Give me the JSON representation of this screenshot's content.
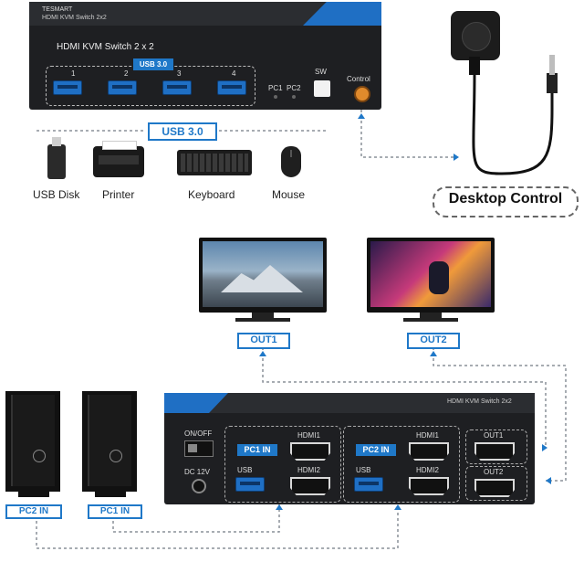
{
  "top_device": {
    "brand": "TESMART",
    "model_small": "HDMI KVM Switch 2x2",
    "title": "HDMI KVM Switch 2 x 2",
    "usb_label": "USB 3.0",
    "port_numbers": [
      "1",
      "2",
      "3",
      "4"
    ],
    "pc_labels": [
      "PC1",
      "PC2"
    ],
    "sw_label": "SW",
    "control_label": "Control"
  },
  "usb_banner": "USB 3.0",
  "peripherals": [
    {
      "name": "USB Disk",
      "icon": "usb-disk-icon"
    },
    {
      "name": "Printer",
      "icon": "printer-icon"
    },
    {
      "name": "Keyboard",
      "icon": "keyboard-icon"
    },
    {
      "name": "Mouse",
      "icon": "mouse-icon"
    }
  ],
  "desktop_control": "Desktop Control",
  "outputs": [
    "OUT1",
    "OUT2"
  ],
  "back_device": {
    "model_small": "HDMI KVM Switch 2x2",
    "on_off": "ON/OFF",
    "dc": "DC 12V",
    "pc1_in": "PC1 IN",
    "pc2_in": "PC2 IN",
    "hdmi1": "HDMI1",
    "hdmi2": "HDMI2",
    "usb": "USB",
    "out1": "OUT1",
    "out2": "OUT2"
  },
  "pc_tags": [
    "PC2 IN",
    "PC1 IN"
  ],
  "colors": {
    "accent": "#1f78c8",
    "device": "#1e1f22",
    "dashed": "#8a9099"
  }
}
